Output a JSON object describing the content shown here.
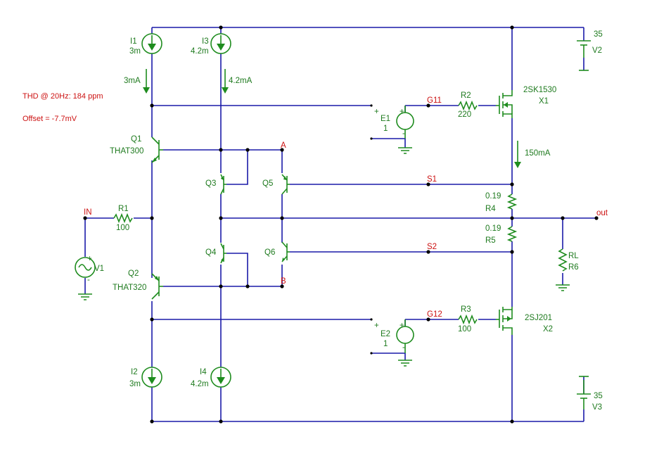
{
  "annotations": {
    "thd": "THD @ 20Hz: 184 ppm",
    "offset": "Offset = -7.7mV"
  },
  "components": {
    "I1": {
      "ref": "I1",
      "value": "3m",
      "current": "3mA"
    },
    "I3": {
      "ref": "I3",
      "value": "4.2m",
      "current": "4.2mA"
    },
    "I2": {
      "ref": "I2",
      "value": "3m"
    },
    "I4": {
      "ref": "I4",
      "value": "4.2m"
    },
    "V1": {
      "ref": "V1"
    },
    "V2": {
      "ref": "V2",
      "value": "35"
    },
    "V3": {
      "ref": "V3",
      "value": "35"
    },
    "Q1": {
      "ref": "Q1",
      "part": "THAT300"
    },
    "Q2": {
      "ref": "Q2",
      "part": "THAT320"
    },
    "Q3": {
      "ref": "Q3"
    },
    "Q4": {
      "ref": "Q4"
    },
    "Q5": {
      "ref": "Q5"
    },
    "Q6": {
      "ref": "Q6"
    },
    "R1": {
      "ref": "R1",
      "value": "100"
    },
    "R2": {
      "ref": "R2",
      "value": "220"
    },
    "R3": {
      "ref": "R3",
      "value": "100"
    },
    "R4": {
      "ref": "R4",
      "value": "0.19"
    },
    "R5": {
      "ref": "R5",
      "value": "0.19"
    },
    "R6": {
      "ref": "R6",
      "value": "RL"
    },
    "E1": {
      "ref": "E1",
      "gain": "1"
    },
    "E2": {
      "ref": "E2",
      "gain": "1"
    },
    "X1": {
      "ref": "X1",
      "part": "2SK1530",
      "current": "150mA"
    },
    "X2": {
      "ref": "X2",
      "part": "2SJ201"
    }
  },
  "nets": {
    "in": "IN",
    "out": "out",
    "a": "A",
    "b": "B",
    "g11": "G11",
    "g12": "G12",
    "s1": "S1",
    "s2": "S2"
  },
  "signs": {
    "plus": "+",
    "minus": "-"
  }
}
